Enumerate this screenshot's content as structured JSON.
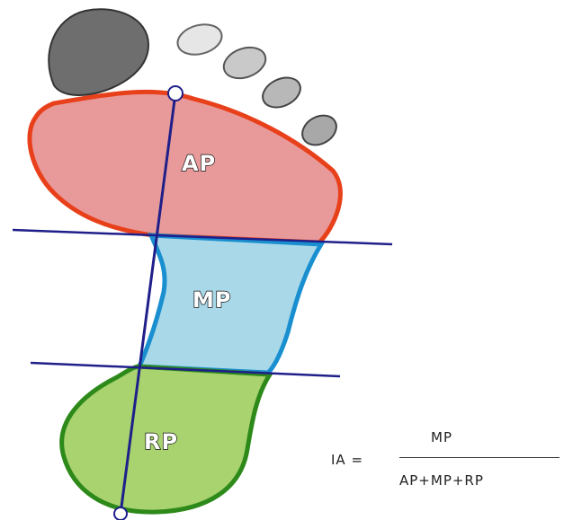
{
  "labels": {
    "anterior": "AP",
    "middle": "MP",
    "rear": "RP"
  },
  "formula": {
    "lhs": "IA =",
    "numerator": "MP",
    "denominator": "AP+MP+RP"
  },
  "colors": {
    "anterior_fill": "#e89a9a",
    "anterior_outline": "#e8401a",
    "middle_fill": "#a9d8e8",
    "middle_outline": "#1a8fd0",
    "rear_fill": "#a8d36e",
    "rear_outline": "#2d8a1a",
    "axis_line": "#1f1f8a",
    "toes": "#9a9a9a"
  }
}
